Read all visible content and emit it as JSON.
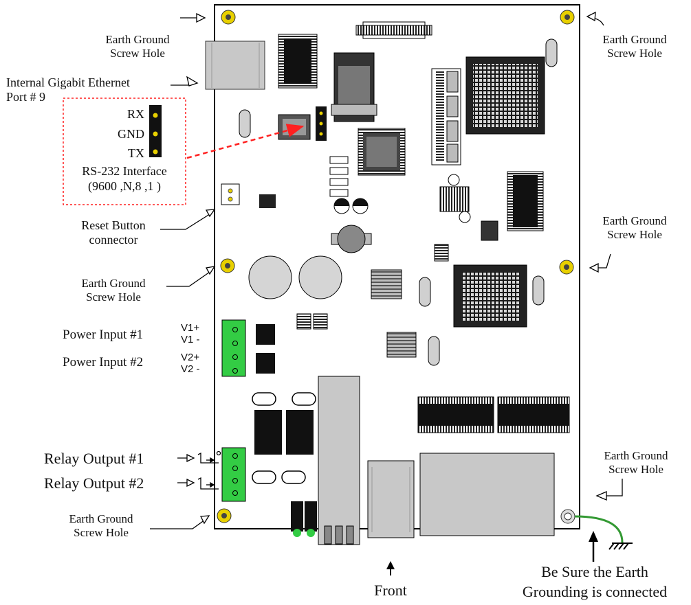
{
  "labels": {
    "eg_tl": [
      "Earth Ground",
      "Screw Hole"
    ],
    "eg_tr": [
      "Earth Ground",
      "Screw Hole"
    ],
    "eg_mr": [
      "Earth Ground",
      "Screw Hole"
    ],
    "eg_ml": [
      "Earth Ground",
      "Screw Hole"
    ],
    "eg_bl": [
      "Earth Ground",
      "Screw Hole"
    ],
    "eg_br": [
      "Earth Ground",
      "Screw Hole"
    ],
    "ethernet": [
      "Internal Gigabit Ethernet",
      "Port # 9"
    ],
    "rs232_pins": [
      "RX",
      "GND",
      "TX"
    ],
    "rs232": [
      "RS-232 Interface",
      "(9600 ,N,8 ,1 )"
    ],
    "reset": [
      "Reset Button",
      "connector"
    ],
    "power1": "Power Input #1",
    "power2": "Power Input #2",
    "voltages": [
      "V1+",
      "V1 -",
      "V2+",
      "V2 -"
    ],
    "relay1": "Relay Output #1",
    "relay2": "Relay Output #2",
    "front": "Front",
    "grounding": [
      "Be Sure the Earth",
      "Grounding is connected"
    ]
  },
  "colors": {
    "board_outline": "#000000",
    "screw_gold": "#e8d000",
    "terminal_green": "#33cc44",
    "gray_component": "#c8c8c8",
    "callout_red": "#ff2020",
    "ground_wire": "#339933"
  }
}
